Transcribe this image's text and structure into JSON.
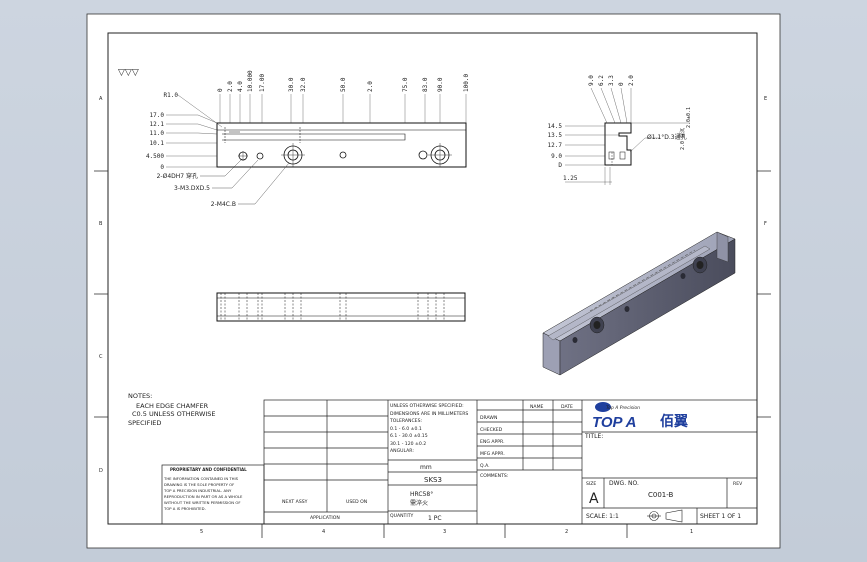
{
  "surface_mark": "▽▽▽",
  "zone_numbers": [
    "5",
    "4",
    "3",
    "2",
    "1"
  ],
  "zone_letters": [
    "A",
    "B",
    "C",
    "D",
    "E",
    "F"
  ],
  "front_view": {
    "top_dims": [
      "0",
      "2.0",
      "4.0",
      "10.000",
      "17.00",
      "30.0",
      "32.0",
      "50.0",
      "2.0",
      "75.0",
      "83.0",
      "90.0",
      "100.0"
    ],
    "left_dims": [
      "R1.0",
      "17.0",
      "12.1",
      "11.0",
      "10.1",
      "4.500",
      "0"
    ],
    "callouts": [
      "2-Ø4DH7 穿孔",
      "3-M3.DXD.5",
      "2-M4C.B"
    ]
  },
  "side_view": {
    "top_dims": [
      "9.0",
      "6.2",
      "3.3",
      "0",
      "2.0"
    ],
    "left_dims": [
      "14.5",
      "13.5",
      "12.7",
      "9.0",
      "D"
    ],
    "bottom_dim": "1.25",
    "right_dims": [
      "2.0 深沉",
      "2.0±0.1"
    ],
    "note": "Ø1.1°D.3通孔"
  },
  "notes": {
    "title": "NOTES:",
    "lines": [
      "EACH EDGE CHAMFER",
      "C0.5 UNLESS OTHERWISE",
      "SPECIFIED"
    ]
  },
  "title_block": {
    "unless": "UNLESS OTHERWISE SPECIFIED:",
    "dims_in": "DIMENSIONS ARE IN MILLIMETERS",
    "tolerances": "TOLERANCES:",
    "tol_rows": [
      "0.1 - 6.0 ±0.1",
      "6.1 - 30.0 ±0.15",
      "30.1 - 120 ±0.2",
      "ANGULAR:"
    ],
    "name": "NAME",
    "date": "DATE",
    "drawn": "DRAWN",
    "checked": "CHECKED",
    "eng_appr": "ENG APPR.",
    "mfg_appr": "MFG APPR.",
    "qa": "Q.A.",
    "comments": "COMMENTS:",
    "unit": "mm",
    "material": "SKS3",
    "hardness": "HRC58°",
    "hardness_note": "需淬火",
    "qty_label": "QUANTITY",
    "qty": "1 PC",
    "next_assy": "NEXT ASSY",
    "used_on": "USED ON",
    "application": "APPLICATION",
    "proprietary": "PROPRIETARY AND CONFIDENTIAL",
    "prop_lines": [
      "THE INFORMATION CONTAINED IN THIS",
      "DRAWING IS THE SOLE PROPERTY OF",
      "TOP A PRECISION INDUSTRIAL. ANY",
      "REPRODUCTION IN PART OR AS A WHOLE",
      "WITHOUT THE WRITTEN PERMISSION OF",
      "TOP A IS PROHIBITED."
    ],
    "logo_text": "TOP A",
    "logo_small": "Top A Precision",
    "logo_cn": "佰翼",
    "title_label": "TITLE:",
    "size_label": "SIZE",
    "size": "A",
    "dwg_label": "DWG. NO.",
    "dwg_no": "C001-B",
    "rev_label": "REV",
    "scale_label": "SCALE: 1:1",
    "sheet": "SHEET 1 OF 1"
  }
}
